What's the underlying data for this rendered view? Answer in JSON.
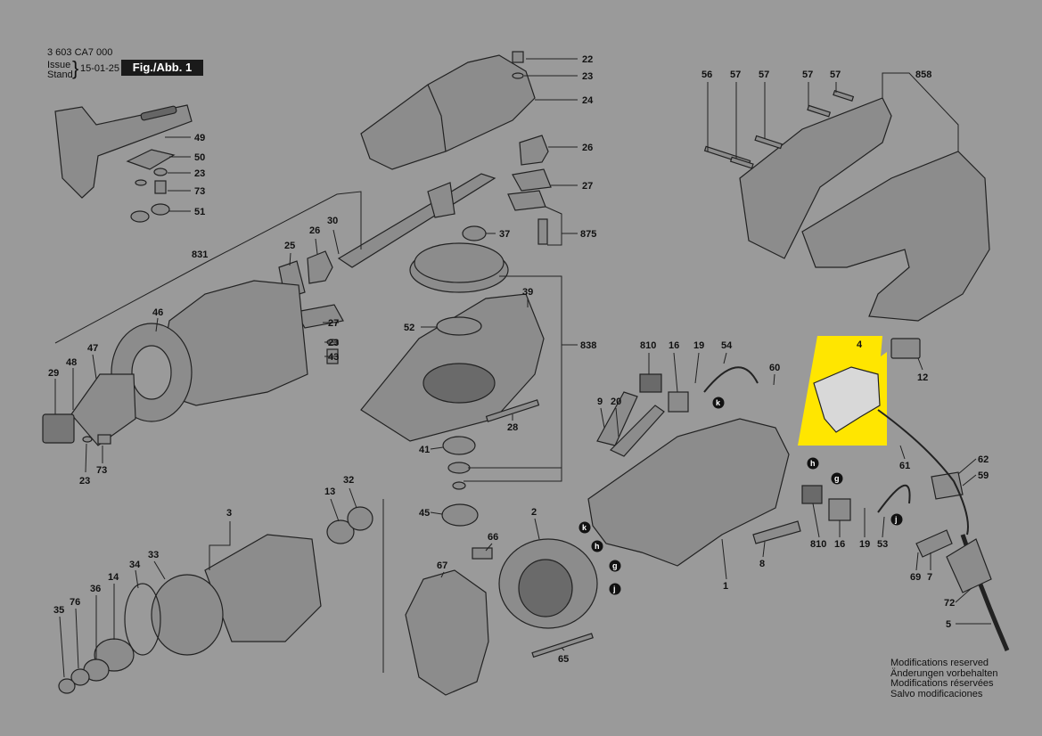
{
  "header": {
    "doc_number": "3 603 CA7 000",
    "issue_label": "Issue",
    "stand_label": "Stand",
    "date": "15-01-25",
    "figure_label": "Fig./Abb. 1"
  },
  "notes": [
    "Modifications reserved",
    "Änderungen vorbehalten",
    "Modifications réservées",
    "Salvo modificaciones"
  ],
  "colors": {
    "background": "#9a9a9a",
    "part_fill": "#8a8a8a",
    "part_dark": "#4a4a4a",
    "line": "#222222",
    "highlight": "#ffe600"
  },
  "callouts": [
    {
      "id": "c22",
      "label": "22"
    },
    {
      "id": "c23a",
      "label": "23"
    },
    {
      "id": "c24",
      "label": "24"
    },
    {
      "id": "c26a",
      "label": "26"
    },
    {
      "id": "c27a",
      "label": "27"
    },
    {
      "id": "c875",
      "label": "875"
    },
    {
      "id": "c37",
      "label": "37"
    },
    {
      "id": "c49",
      "label": "49"
    },
    {
      "id": "c50",
      "label": "50"
    },
    {
      "id": "c23b",
      "label": "23"
    },
    {
      "id": "c73a",
      "label": "73"
    },
    {
      "id": "c51",
      "label": "51"
    },
    {
      "id": "c30",
      "label": "30"
    },
    {
      "id": "c26b",
      "label": "26"
    },
    {
      "id": "c25",
      "label": "25"
    },
    {
      "id": "c831",
      "label": "831"
    },
    {
      "id": "c27b",
      "label": "27"
    },
    {
      "id": "c23c",
      "label": "23"
    },
    {
      "id": "c43",
      "label": "43"
    },
    {
      "id": "c46",
      "label": "46"
    },
    {
      "id": "c47",
      "label": "47"
    },
    {
      "id": "c48",
      "label": "48"
    },
    {
      "id": "c29",
      "label": "29"
    },
    {
      "id": "c23d",
      "label": "23"
    },
    {
      "id": "c73b",
      "label": "73"
    },
    {
      "id": "c39",
      "label": "39"
    },
    {
      "id": "c52",
      "label": "52"
    },
    {
      "id": "c838",
      "label": "838"
    },
    {
      "id": "c28",
      "label": "28"
    },
    {
      "id": "c41",
      "label": "41"
    },
    {
      "id": "c45",
      "label": "45"
    },
    {
      "id": "c56",
      "label": "56"
    },
    {
      "id": "c57a",
      "label": "57"
    },
    {
      "id": "c57b",
      "label": "57"
    },
    {
      "id": "c57c",
      "label": "57"
    },
    {
      "id": "c57d",
      "label": "57"
    },
    {
      "id": "c858",
      "label": "858"
    },
    {
      "id": "c4",
      "label": "4"
    },
    {
      "id": "c12",
      "label": "12"
    },
    {
      "id": "c810a",
      "label": "810"
    },
    {
      "id": "c16a",
      "label": "16"
    },
    {
      "id": "c19a",
      "label": "19"
    },
    {
      "id": "c54",
      "label": "54"
    },
    {
      "id": "c60",
      "label": "60"
    },
    {
      "id": "c9",
      "label": "9"
    },
    {
      "id": "c20",
      "label": "20"
    },
    {
      "id": "c61",
      "label": "61"
    },
    {
      "id": "c62",
      "label": "62"
    },
    {
      "id": "c59",
      "label": "59"
    },
    {
      "id": "c810b",
      "label": "810"
    },
    {
      "id": "c16b",
      "label": "16"
    },
    {
      "id": "c19b",
      "label": "19"
    },
    {
      "id": "c53",
      "label": "53"
    },
    {
      "id": "c69",
      "label": "69"
    },
    {
      "id": "c7",
      "label": "7"
    },
    {
      "id": "c72",
      "label": "72"
    },
    {
      "id": "c5",
      "label": "5"
    },
    {
      "id": "c8",
      "label": "8"
    },
    {
      "id": "c1",
      "label": "1"
    },
    {
      "id": "c3",
      "label": "3"
    },
    {
      "id": "c13",
      "label": "13"
    },
    {
      "id": "c32",
      "label": "32"
    },
    {
      "id": "c2",
      "label": "2"
    },
    {
      "id": "c66",
      "label": "66"
    },
    {
      "id": "c67",
      "label": "67"
    },
    {
      "id": "c65",
      "label": "65"
    },
    {
      "id": "c33",
      "label": "33"
    },
    {
      "id": "c34",
      "label": "34"
    },
    {
      "id": "c14",
      "label": "14"
    },
    {
      "id": "c36",
      "label": "36"
    },
    {
      "id": "c76",
      "label": "76"
    },
    {
      "id": "c35",
      "label": "35"
    }
  ],
  "wire_markers": [
    {
      "id": "mk_k1",
      "label": "k"
    },
    {
      "id": "mk_h1",
      "label": "h"
    },
    {
      "id": "mk_g1",
      "label": "g"
    },
    {
      "id": "mk_j1",
      "label": "j"
    },
    {
      "id": "mk_k2",
      "label": "k"
    },
    {
      "id": "mk_h2",
      "label": "h"
    },
    {
      "id": "mk_g2",
      "label": "g"
    },
    {
      "id": "mk_j2",
      "label": "j"
    }
  ]
}
